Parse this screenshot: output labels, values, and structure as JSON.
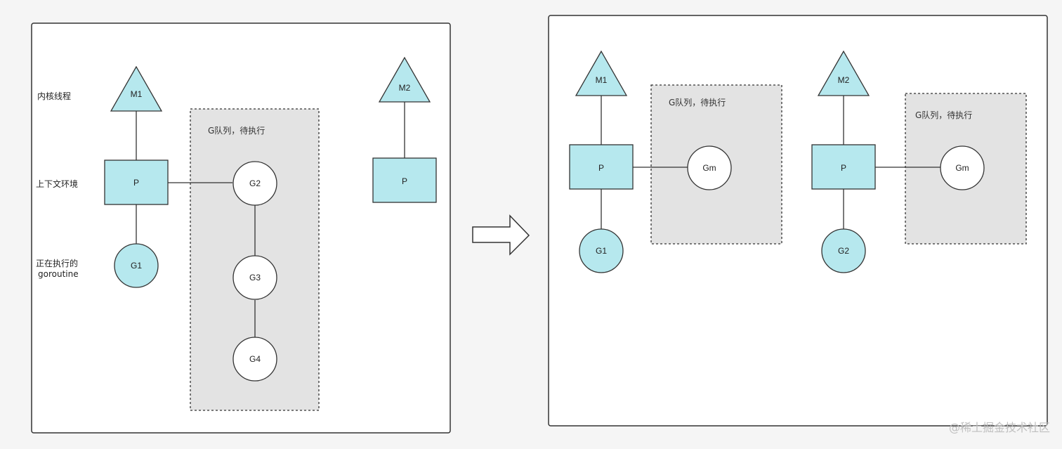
{
  "left_panel": {
    "labels": {
      "kernel_thread": "内核线程",
      "context": "上下文环境",
      "running_line1": "正在执行的",
      "running_line2": "goroutine"
    },
    "m1": "M1",
    "m2": "M2",
    "p1": "P",
    "p2": "P",
    "g1": "G1",
    "queue_label": "G队列，待执行",
    "queue": [
      "G2",
      "G3",
      "G4"
    ]
  },
  "right_panel": {
    "group1": {
      "m": "M1",
      "p": "P",
      "running": "G1",
      "queue_label": "G队列，待执行",
      "queued": "Gm"
    },
    "group2": {
      "m": "M2",
      "p": "P",
      "running": "G2",
      "queue_label": "G队列，待执行",
      "queued": "Gm"
    }
  },
  "watermark": "@稀土掘金技术社区",
  "colors": {
    "node_fill": "#b6e8ee",
    "queue_fill": "#e3e3e3",
    "stroke": "#333333"
  }
}
